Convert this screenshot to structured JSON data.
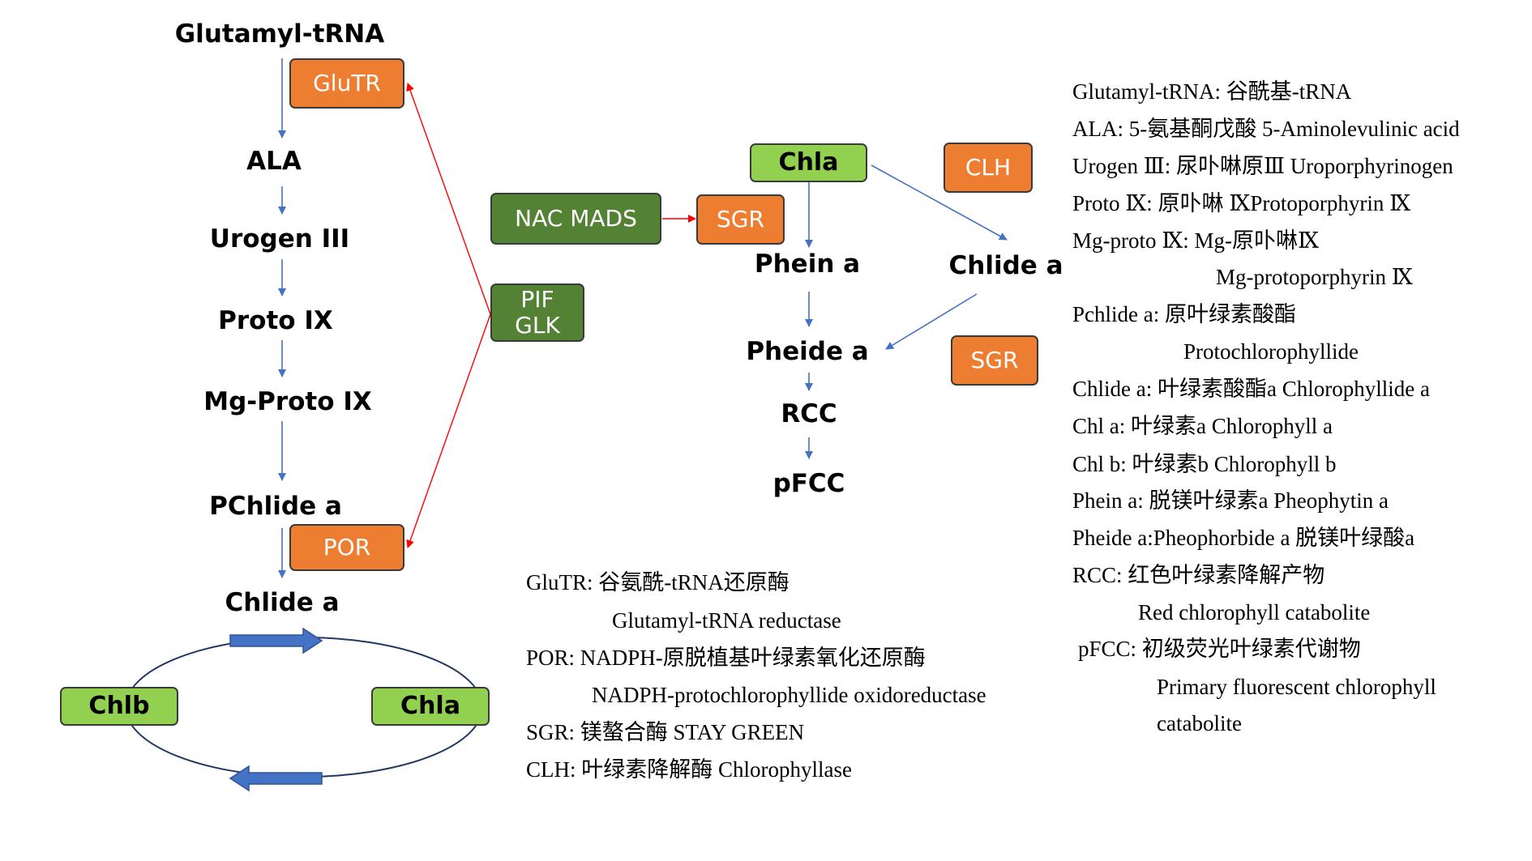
{
  "pathway": {
    "glutamyl": "Glutamyl-tRNA",
    "ala": "ALA",
    "urogen": "Urogen III",
    "proto": "Proto IX",
    "mgproto": "Mg-Proto IX",
    "pchlide": "PChlide a",
    "chlide": "Chlide a"
  },
  "enzymes": {
    "glutr": "GluTR",
    "por": "POR",
    "nacmads": "NAC MADS",
    "sgr1": "SGR",
    "clh": "CLH",
    "sgr2": "SGR",
    "pif": "PIF",
    "glk": "GLK"
  },
  "cycle": {
    "chlb": "Chlb",
    "chla": "Chla"
  },
  "degradation": {
    "chla": "Chla",
    "phein": "Phein a",
    "chlide": "Chlide a",
    "pheide": "Pheide a",
    "rcc": "RCC",
    "pfcc": "pFCC"
  },
  "legend_bottom": [
    "GluTR: 谷氨酰-tRNA还原酶",
    "Glutamyl-tRNA reductase",
    "POR: NADPH-原脱植基叶绿素氧化还原酶",
    "NADPH-protochlorophyllide oxidoreductase",
    "SGR: 镁螯合酶 STAY GREEN",
    "CLH: 叶绿素降解酶 Chlorophyllase"
  ],
  "legend_right": [
    "Glutamyl-tRNA: 谷酰基-tRNA",
    "ALA: 5-氨基酮戊酸 5-Aminolevulinic acid",
    "Urogen Ⅲ: 尿卟啉原Ⅲ Uroporphyrinogen",
    "Proto Ⅸ: 原卟啉 ⅨProtoporphyrin Ⅸ",
    "Mg-proto Ⅸ: Mg-原卟啉Ⅸ",
    "Mg-protoporphyrin Ⅸ",
    "Pchlide a: 原叶绿素酸酯",
    "Protochlorophyllide",
    "Chlide a: 叶绿素酸酯a Chlorophyllide a",
    "Chl a: 叶绿素a Chlorophyll a",
    "Chl b: 叶绿素b Chlorophyll b",
    "Phein a: 脱镁叶绿素a Pheophytin a",
    "Pheide a:Pheophorbide a 脱镁叶绿酸a",
    "RCC: 红色叶绿素降解产物",
    "Red chlorophyll catabolite",
    "pFCC: 初级荧光叶绿素代谢物",
    "Primary fluorescent chlorophyll",
    "catabolite"
  ],
  "colors": {
    "enzyme_orange": "#ED7D31",
    "chlorophyll_light_green": "#92D050",
    "regulator_dark_green": "#548235",
    "pathway_arrow_blue": "#4472C4",
    "regulation_arrow_red": "#FF0000"
  }
}
